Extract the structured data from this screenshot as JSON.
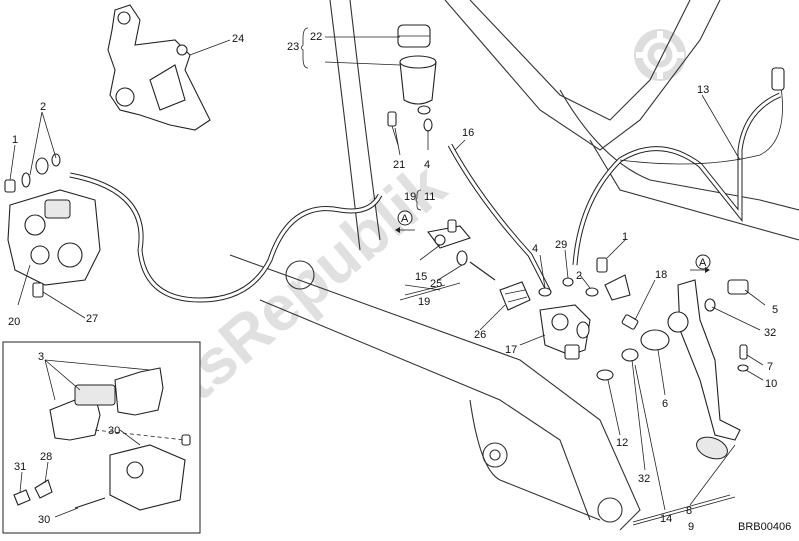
{
  "watermark": {
    "text": "PartsRepublik",
    "color": "#c8c8c8"
  },
  "drawing_code": "BRB00406",
  "callouts": {
    "c24": "24",
    "c23": "23",
    "c22": "22",
    "c2a": "2",
    "c1a": "1",
    "c20": "20",
    "c27": "27",
    "c21": "21",
    "c4a": "4",
    "c16": "16",
    "c19a": "19",
    "c11": "11",
    "c15": "15",
    "c25": "25",
    "c19b": "19",
    "c26": "26",
    "c17": "17",
    "c4b": "4",
    "c29": "29",
    "c2b": "2",
    "c1b": "1",
    "c13": "13",
    "c18": "18",
    "c5": "5",
    "c32a": "32",
    "c7": "7",
    "c10": "10",
    "c6": "6",
    "c12": "12",
    "c32b": "32",
    "c14": "14",
    "c8": "8",
    "c9": "9",
    "c3": "3",
    "c30a": "30",
    "c28": "28",
    "c31": "31",
    "c30b": "30",
    "refA1": "A",
    "refA2": "A"
  }
}
